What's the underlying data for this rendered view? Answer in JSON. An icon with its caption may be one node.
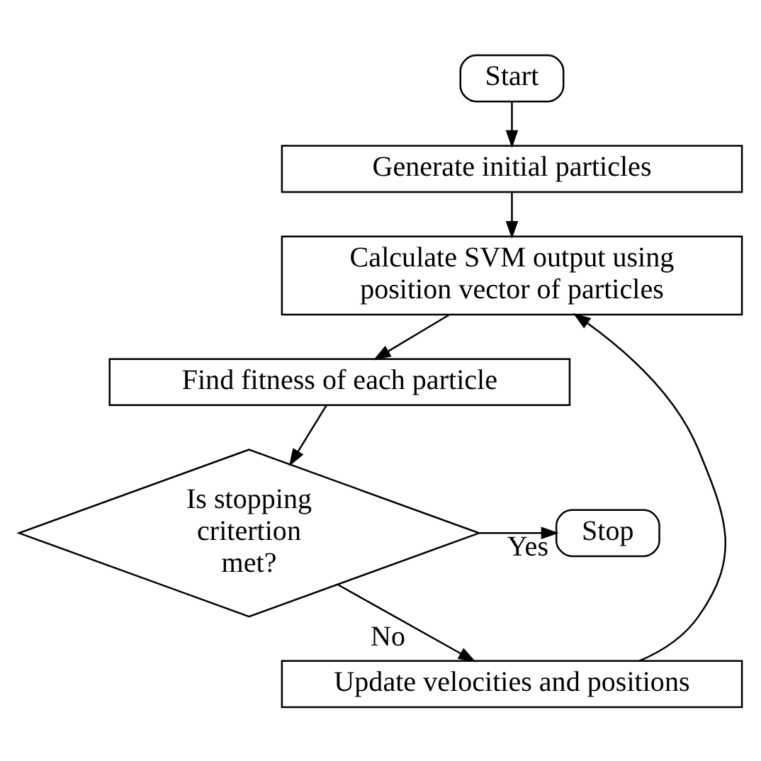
{
  "diagram": {
    "nodes": [
      {
        "text": [
          "Start"
        ]
      },
      {
        "text": [
          "Generate initial particles"
        ]
      },
      {
        "text": [
          "Calculate SVM output using position vector of particles"
        ]
      },
      {
        "text": [
          "Find fitness of each particle"
        ]
      },
      {
        "text": [
          "Is stopping critertion met?"
        ]
      },
      {
        "text": [
          "Stop"
        ]
      },
      {
        "text": [
          "Update velocities and positions"
        ]
      }
    ],
    "edges": [
      {
        "from": 0,
        "to": 1,
        "arrow": "to"
      },
      {
        "from": 1,
        "to": 2,
        "arrow": "to"
      },
      {
        "from": 2,
        "to": 3,
        "arrow": "to"
      },
      {
        "from": 3,
        "to": 4,
        "arrow": "to"
      },
      {
        "from": 4,
        "to": 5,
        "arrow": "to",
        "label": "Yes"
      },
      {
        "from": 4,
        "to": 6,
        "arrow": "to",
        "label": "No"
      },
      {
        "from": 6,
        "to": 2,
        "arrow": "to"
      }
    ]
  }
}
